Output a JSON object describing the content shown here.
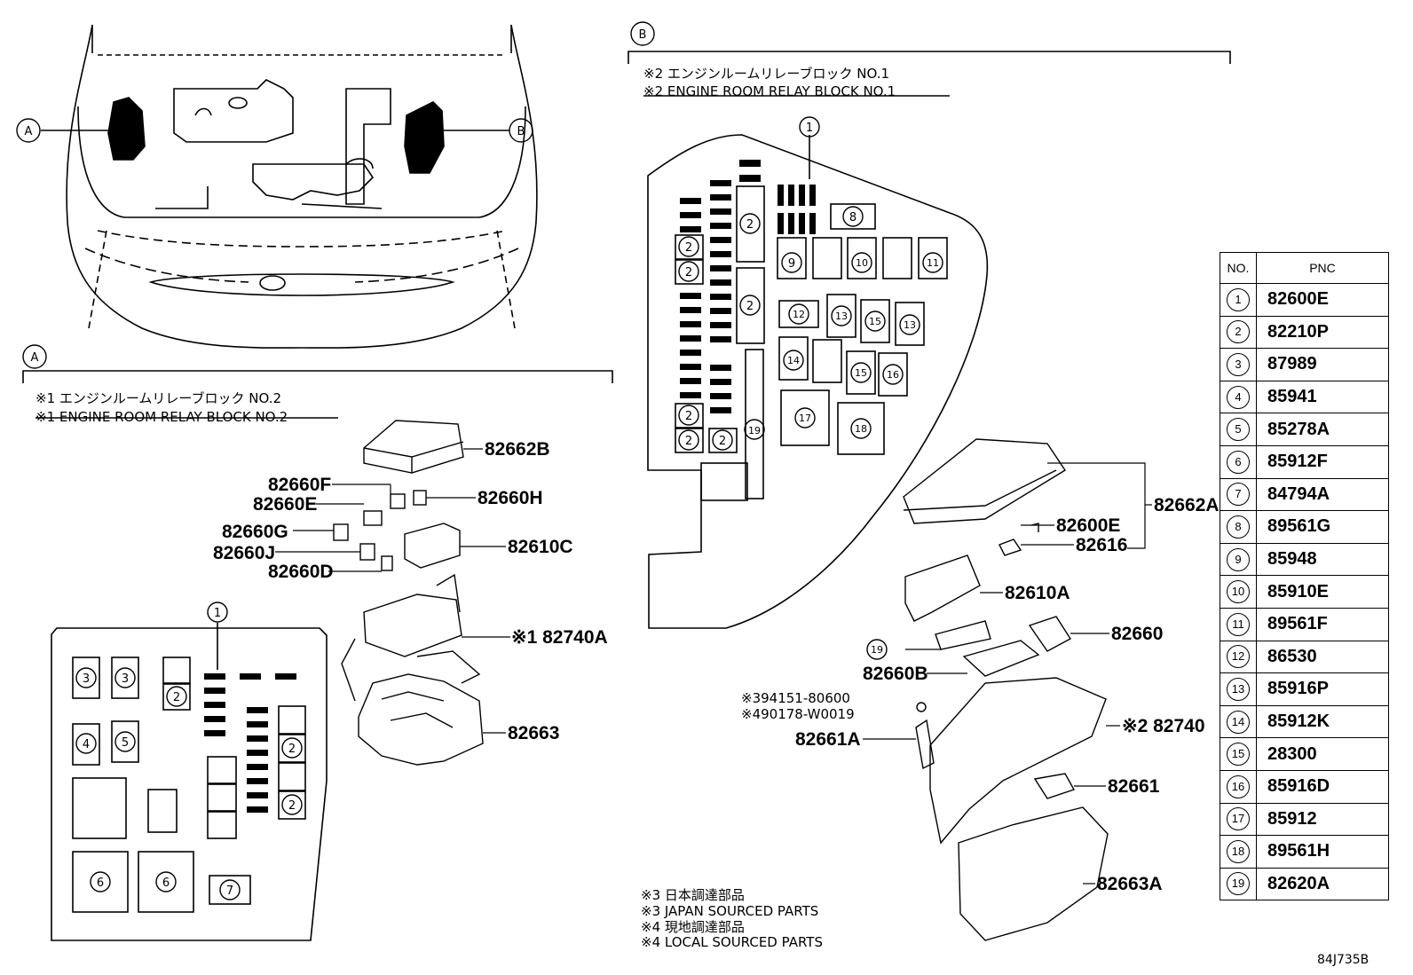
{
  "section_a": {
    "label": "A",
    "header_jp": "※1 エンジンルームリレーブロック NO.2",
    "header_en": "※1 ENGINE ROOM RELAY BLOCK NO.2",
    "parts": [
      "82662B",
      "82660F",
      "82660E",
      "82660H",
      "82660G",
      "82660J",
      "82610C",
      "82660D",
      "※1 82740A",
      "82663"
    ]
  },
  "section_b": {
    "label": "B",
    "header_jp": "※2 エンジンルームリレーブロック NO.1",
    "header_en": "※2 ENGINE ROOM RELAY BLOCK NO.1",
    "parts": [
      "82662A",
      "82600E",
      "82616",
      "82610A",
      "82660",
      "82660B",
      "※394151-80600",
      "※490178-W0019",
      "82661A",
      "※2 82740",
      "82661",
      "82663A"
    ]
  },
  "footnotes": {
    "n3_jp": "※3 日本調達部品",
    "n3_en": "※3 JAPAN SOURCED PARTS",
    "n4_jp": "※4 現地調達部品",
    "n4_en": "※4 LOCAL SOURCED PARTS"
  },
  "callouts": {
    "a": "A",
    "b": "B",
    "one": "1",
    "two": "2",
    "three": "3",
    "four": "4",
    "five": "5",
    "six": "6",
    "seven": "7",
    "eight": "8",
    "nine": "9",
    "ten": "10",
    "eleven": "11",
    "twelve": "12",
    "thirteen": "13",
    "fourteen": "14",
    "fifteen": "15",
    "sixteen": "16",
    "seventeen": "17",
    "eighteen": "18",
    "nineteen": "19"
  },
  "table": {
    "col_no": "NO.",
    "col_pnc": "PNC",
    "rows": [
      {
        "no": "1",
        "pnc": "82600E"
      },
      {
        "no": "2",
        "pnc": "82210P"
      },
      {
        "no": "3",
        "pnc": "87989"
      },
      {
        "no": "4",
        "pnc": "85941"
      },
      {
        "no": "5",
        "pnc": "85278A"
      },
      {
        "no": "6",
        "pnc": "85912F"
      },
      {
        "no": "7",
        "pnc": "84794A"
      },
      {
        "no": "8",
        "pnc": "89561G"
      },
      {
        "no": "9",
        "pnc": "85948"
      },
      {
        "no": "10",
        "pnc": "85910E"
      },
      {
        "no": "11",
        "pnc": "89561F"
      },
      {
        "no": "12",
        "pnc": "86530"
      },
      {
        "no": "13",
        "pnc": "85916P"
      },
      {
        "no": "14",
        "pnc": "85912K"
      },
      {
        "no": "15",
        "pnc": "28300"
      },
      {
        "no": "16",
        "pnc": "85916D"
      },
      {
        "no": "17",
        "pnc": "85912"
      },
      {
        "no": "18",
        "pnc": "89561H"
      },
      {
        "no": "19",
        "pnc": "82620A"
      }
    ]
  },
  "diagram_id": "84J735B"
}
